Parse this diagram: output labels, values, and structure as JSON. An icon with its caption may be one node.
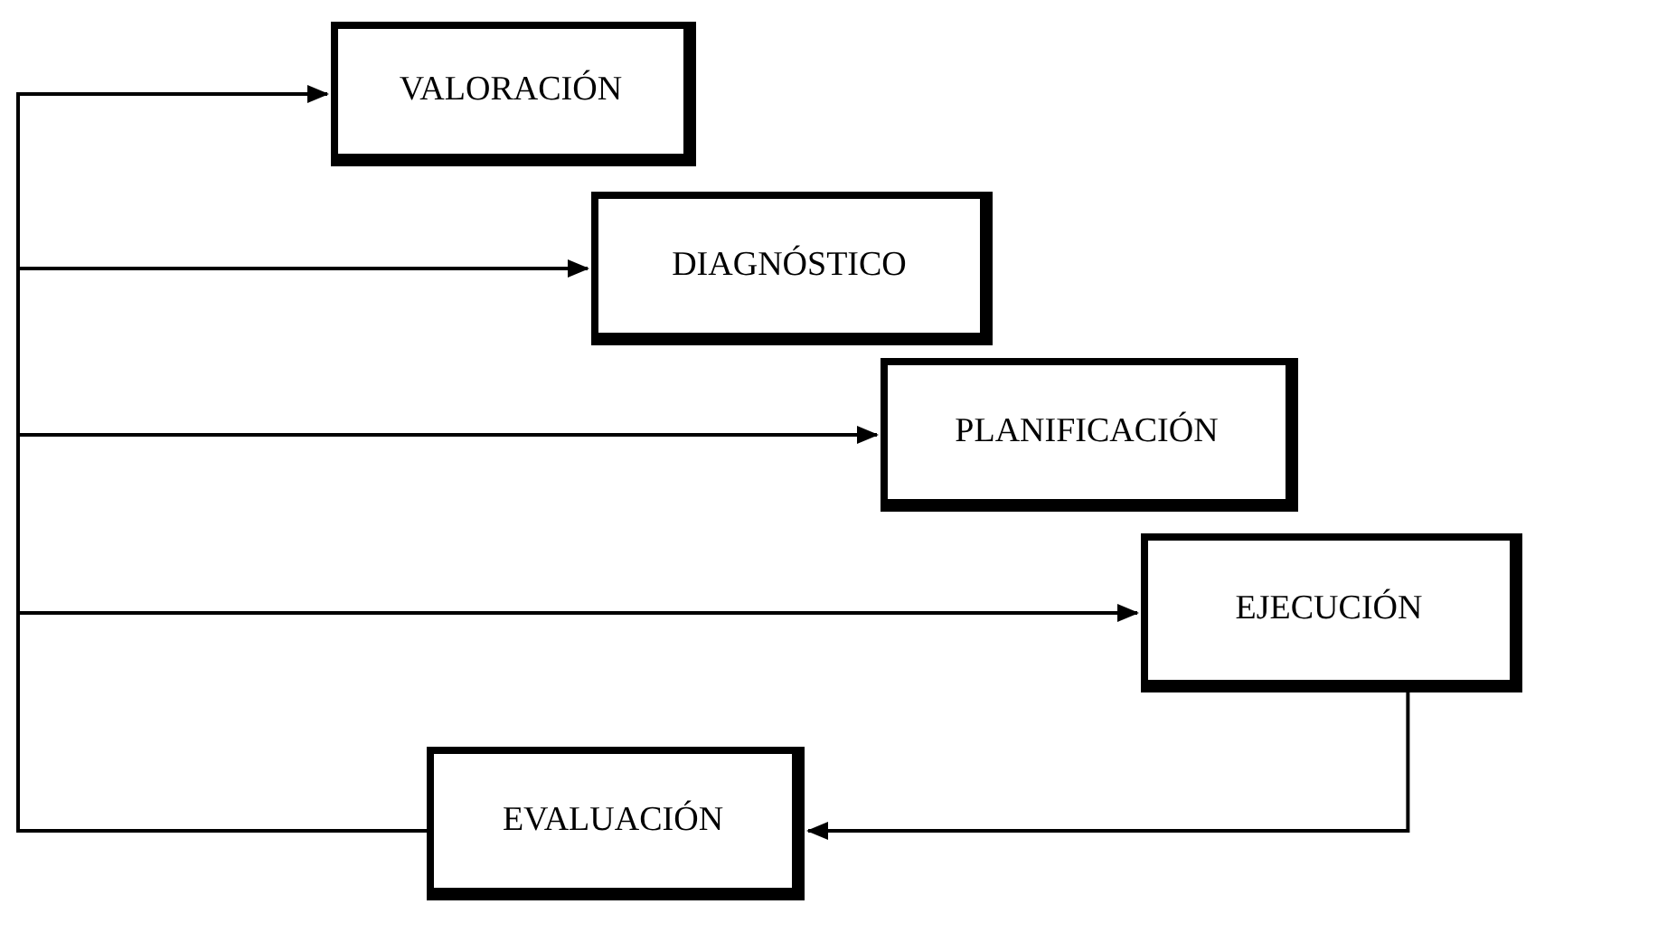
{
  "diagram": {
    "nodes": [
      {
        "text": [
          "VALORACIÓN"
        ]
      },
      {
        "text": [
          "DIAGNÓSTICO"
        ]
      },
      {
        "text": [
          "PLANIFICACIÓN"
        ]
      },
      {
        "text": [
          "EJECUCIÓN"
        ]
      },
      {
        "text": [
          "EVALUACIÓN"
        ]
      }
    ],
    "edges": [
      {
        "from": 4,
        "to": 0,
        "arrow": "to"
      },
      {
        "from": 4,
        "to": 1,
        "arrow": "to"
      },
      {
        "from": 4,
        "to": 2,
        "arrow": "to"
      },
      {
        "from": 4,
        "to": 3,
        "arrow": "to"
      },
      {
        "from": 3,
        "to": 4,
        "arrow": "to"
      }
    ]
  }
}
